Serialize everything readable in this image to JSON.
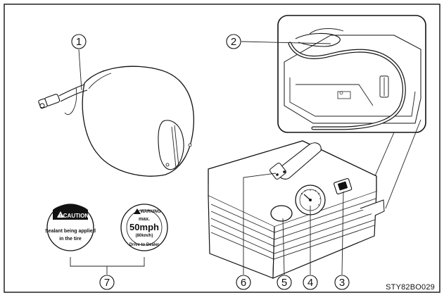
{
  "callouts": {
    "c1": "1",
    "c2": "2",
    "c3": "3",
    "c4": "4",
    "c5": "5",
    "c6": "6",
    "c7": "7"
  },
  "stickers": {
    "caution_heading": "CAUTION",
    "caution_line1": "Sealant being applied",
    "caution_line2": "in the tire",
    "warning_heading": "WARNING",
    "warning_max": "max.",
    "warning_speed": "50mph",
    "warning_kmh": "(80km/h)",
    "warning_footer": "Drive to Dealer"
  },
  "reference_code": "STY82BO029"
}
